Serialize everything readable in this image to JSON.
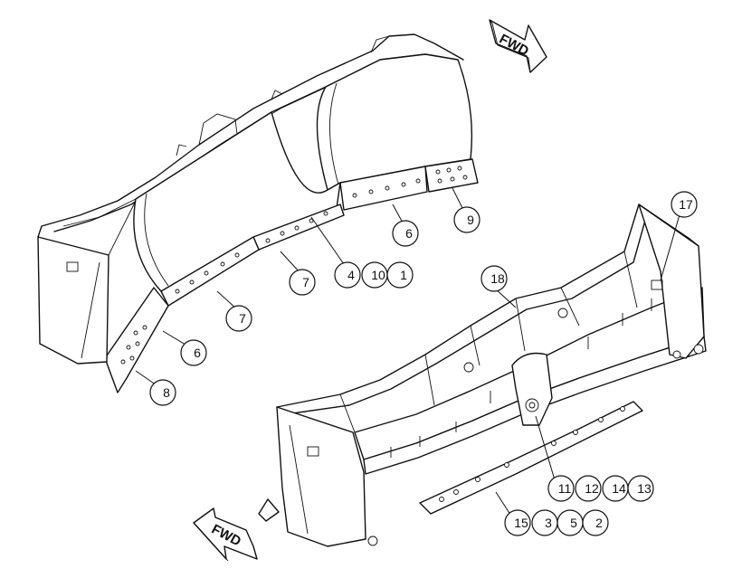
{
  "diagram": {
    "direction_label": "FWD",
    "callouts": [
      {
        "id": "c17",
        "label": "17"
      },
      {
        "id": "c9",
        "label": "9"
      },
      {
        "id": "c6a",
        "label": "6"
      },
      {
        "id": "c7a",
        "label": "7"
      },
      {
        "id": "c4",
        "label": "4"
      },
      {
        "id": "c10",
        "label": "10"
      },
      {
        "id": "c1",
        "label": "1"
      },
      {
        "id": "c18",
        "label": "18"
      },
      {
        "id": "c7b",
        "label": "7"
      },
      {
        "id": "c6b",
        "label": "6"
      },
      {
        "id": "c8",
        "label": "8"
      },
      {
        "id": "c11",
        "label": "11"
      },
      {
        "id": "c12",
        "label": "12"
      },
      {
        "id": "c14",
        "label": "14"
      },
      {
        "id": "c13",
        "label": "13"
      },
      {
        "id": "c15",
        "label": "15"
      },
      {
        "id": "c3",
        "label": "3"
      },
      {
        "id": "c5",
        "label": "5"
      },
      {
        "id": "c2",
        "label": "2"
      }
    ]
  }
}
